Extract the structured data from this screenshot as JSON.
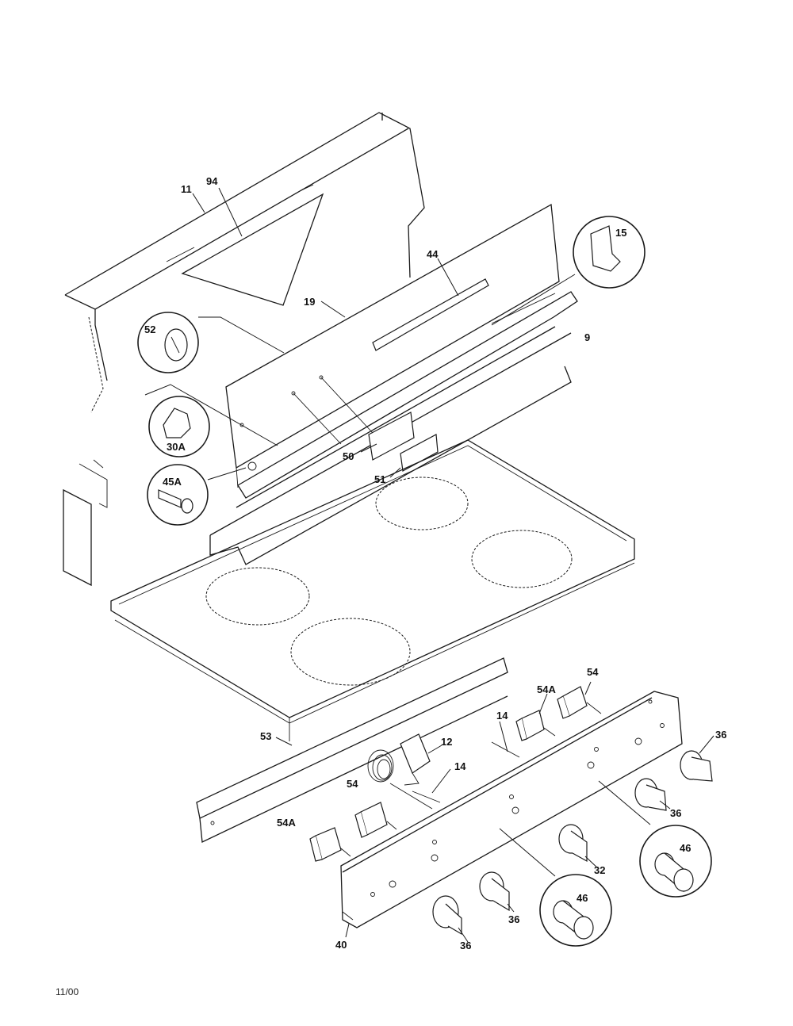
{
  "footer": {
    "date": "11/00"
  },
  "parts": {
    "p11": "11",
    "p94": "94",
    "p15": "15",
    "p44": "44",
    "p19": "19",
    "p52": "52",
    "p9": "9",
    "p30A": "30A",
    "p50": "50",
    "p51": "51",
    "p45A": "45A",
    "p54_top": "54",
    "p54A_top": "54A",
    "p14_a": "14",
    "p36_a": "36",
    "p53": "53",
    "p12": "12",
    "p14_b": "14",
    "p54_low": "54",
    "p36_b": "36",
    "p54A_low": "54A",
    "p46_right": "46",
    "p32": "32",
    "p46_low": "46",
    "p36_c": "36",
    "p36_d": "36",
    "p40": "40"
  }
}
